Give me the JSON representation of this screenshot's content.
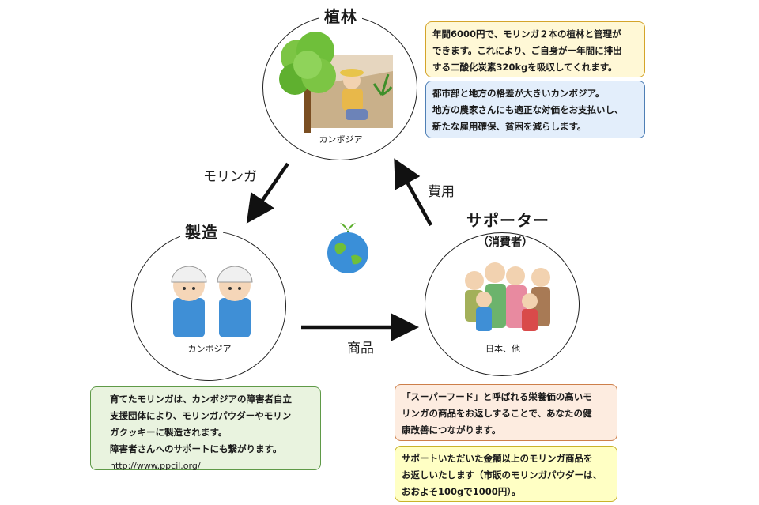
{
  "nodes": {
    "planting": {
      "title": "植林",
      "caption": "カンボジア"
    },
    "manufacturing": {
      "title": "製造",
      "caption": "カンボジア"
    },
    "supporter": {
      "title": "サポーター",
      "subtitle": "（消費者）",
      "caption": "日本、他"
    }
  },
  "arrows": {
    "moringa": "モリンガ",
    "cost": "費用",
    "product": "商品"
  },
  "notes": {
    "planting_cost": [
      "年間6000円で、モリンガ２本の植林と管理が",
      "できます。これにより、ご自身が一年間に排出",
      "する二酸化炭素320kgを吸収してくれます。"
    ],
    "cambodia_gap": [
      "都市部と地方の格差が大きいカンボジア。",
      "地方の農家さんにも適正な対価をお支払いし、",
      "新たな雇用確保、貧困を減らします。"
    ],
    "manufacturing": [
      "育てたモリンガは、カンボジアの障害者自立",
      "支援団体により、モリンガパウダーやモリン",
      "ガクッキーに製造されます。",
      "障害者さんへのサポートにも繋がります。"
    ],
    "manufacturing_url": "http://www.ppcil.org/",
    "superfood": [
      "「スーパーフード」と呼ばれる栄養価の高いモ",
      "リンガの商品をお返しすることで、あなたの健",
      "康改善につながります。"
    ],
    "return_gift": [
      "サポートいただいた金額以上のモリンガ商品を",
      "お返しいたします（市販のモリンガパウダーは、",
      "おおよそ100gで1000円）。"
    ]
  },
  "colors": {
    "tree_green": "#6fbf3a",
    "earth_blue": "#3a8fd8",
    "apron_blue": "#3f8fd6"
  }
}
